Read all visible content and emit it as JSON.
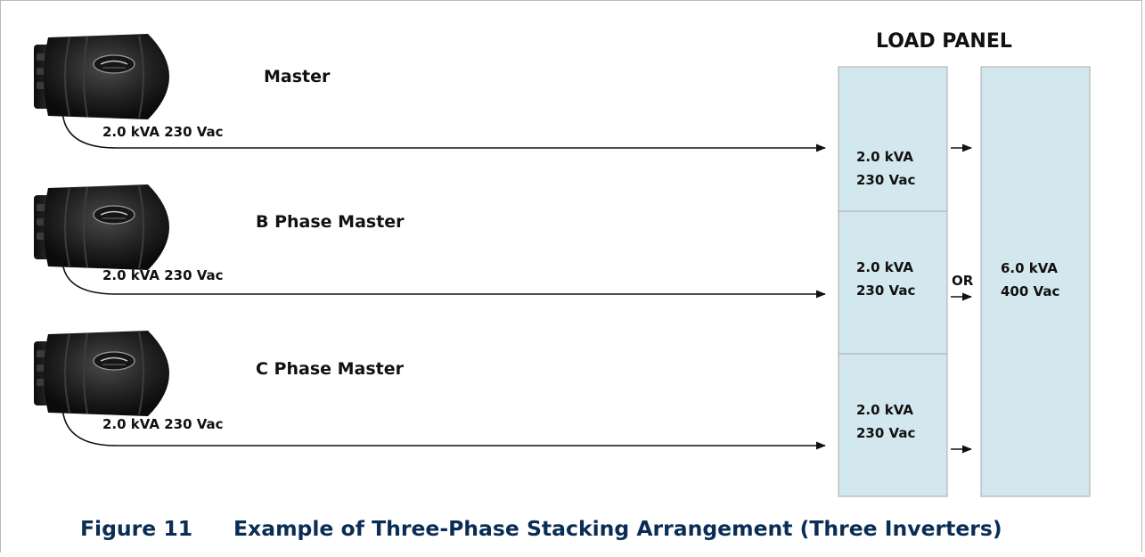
{
  "panel_title": "LOAD PANEL",
  "inverters": [
    {
      "role": "Master",
      "output": "2.0 kVA 230 Vac"
    },
    {
      "role": "B Phase Master",
      "output": "2.0 kVA 230 Vac"
    },
    {
      "role": "C Phase Master",
      "output": "2.0 kVA 230 Vac"
    }
  ],
  "phase_cells": [
    {
      "line1": "2.0 kVA",
      "line2": "230 Vac"
    },
    {
      "line1": "2.0 kVA",
      "line2": "230 Vac"
    },
    {
      "line1": "2.0 kVA",
      "line2": "230 Vac"
    }
  ],
  "or_label": "OR",
  "combined": {
    "line1": "6.0 kVA",
    "line2": "400 Vac"
  },
  "caption": {
    "number": "Figure 11",
    "title": "Example of Three-Phase Stacking Arrangement (Three Inverters)"
  },
  "colors": {
    "panel_fill": "#d3e8ee",
    "panel_border": "#a9a9a9",
    "caption": "#0a2d55"
  }
}
